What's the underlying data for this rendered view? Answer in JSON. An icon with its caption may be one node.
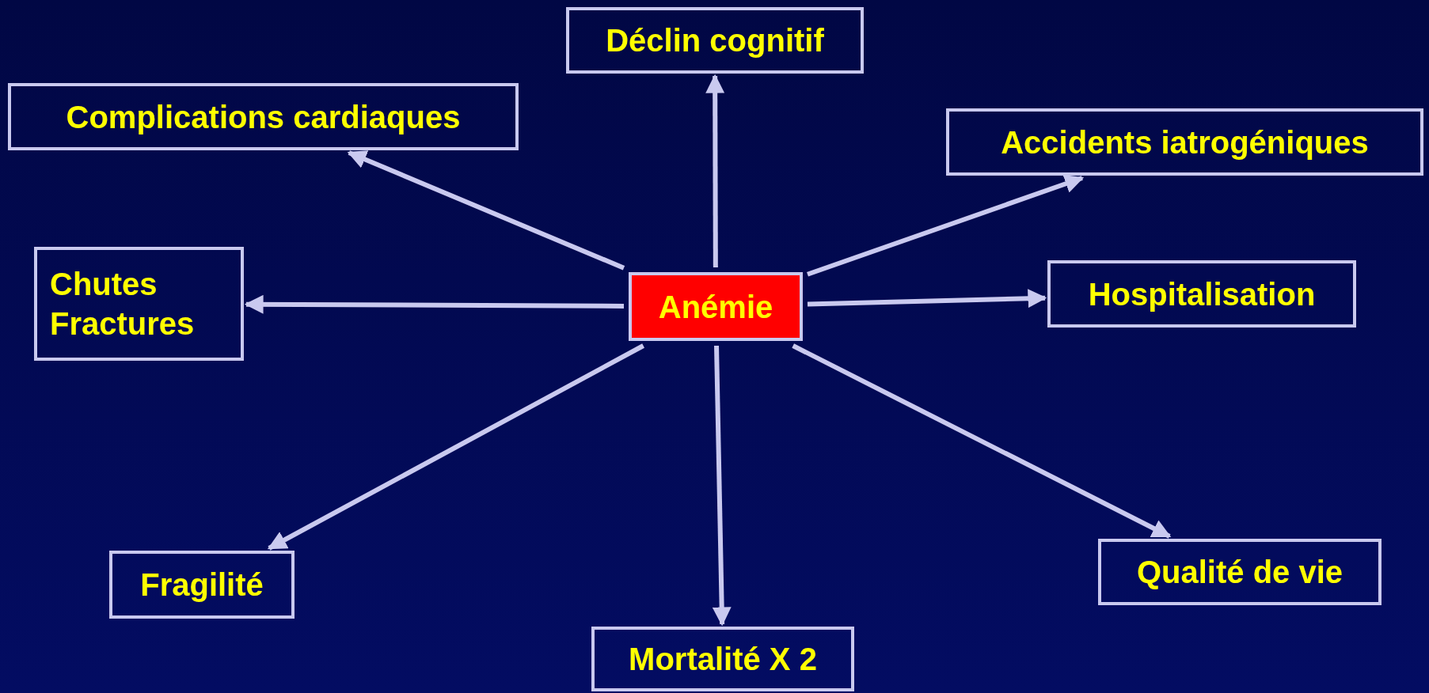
{
  "diagram": {
    "nodes": [
      {
        "text": [
          "Anémie"
        ]
      },
      {
        "text": [
          "Déclin cognitif"
        ]
      },
      {
        "text": [
          "Complications cardiaques"
        ]
      },
      {
        "text": [
          "Accidents iatrogéniques"
        ]
      },
      {
        "text": [
          "Chutes Fractures"
        ]
      },
      {
        "text": [
          "Hospitalisation"
        ]
      },
      {
        "text": [
          "Fragilité"
        ]
      },
      {
        "text": [
          "Qualité de vie"
        ]
      },
      {
        "text": [
          "Mortalité X 2"
        ]
      }
    ],
    "edges": [
      {
        "from": 0,
        "to": 1,
        "arrow": "to"
      },
      {
        "from": 0,
        "to": 2,
        "arrow": "to"
      },
      {
        "from": 0,
        "to": 3,
        "arrow": "to"
      },
      {
        "from": 0,
        "to": 4,
        "arrow": "to"
      },
      {
        "from": 0,
        "to": 5,
        "arrow": "to"
      },
      {
        "from": 0,
        "to": 6,
        "arrow": "to"
      },
      {
        "from": 0,
        "to": 8,
        "arrow": "to"
      },
      {
        "from": 0,
        "to": 7,
        "arrow": "to"
      }
    ]
  }
}
